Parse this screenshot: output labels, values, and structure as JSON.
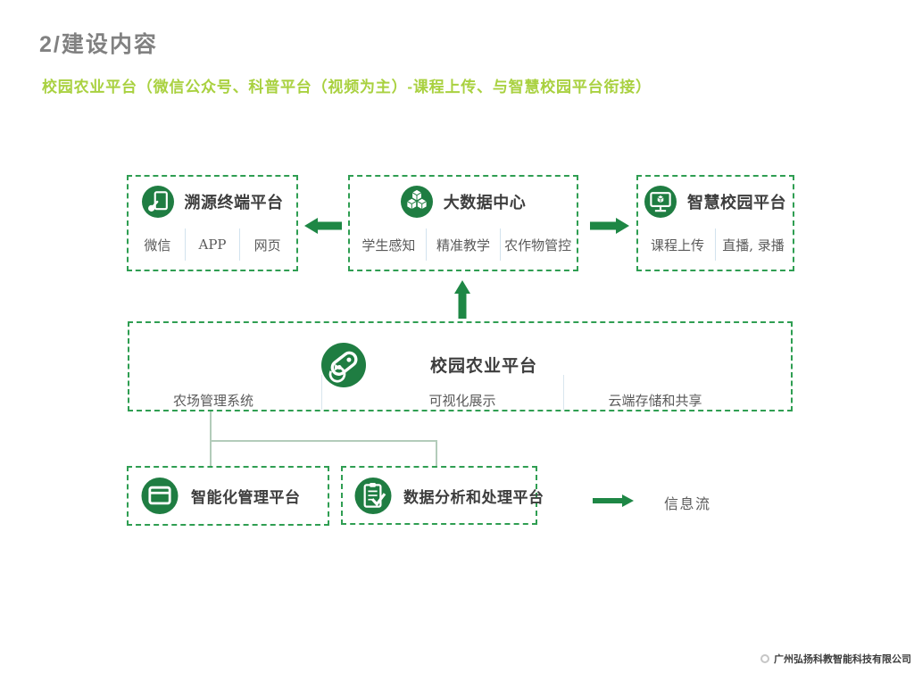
{
  "header": {
    "title": "2/建设内容",
    "subtitle": "校园农业平台（微信公众号、科普平台（视频为主）-课程上传、与智慧校园平台衔接）"
  },
  "boxes": {
    "trace": {
      "title": "溯源终端平台",
      "items": [
        "微信",
        "APP",
        "网页"
      ]
    },
    "bigdata": {
      "title": "大数据中心",
      "items": [
        "学生感知",
        "精准教学",
        "农作物管控"
      ]
    },
    "smart": {
      "title": "智慧校园平台",
      "items": [
        "课程上传",
        "直播, 录播"
      ]
    },
    "agri": {
      "title": "校园农业平台",
      "items": [
        "农场管理系统",
        "可视化展示",
        "云端存储和共享"
      ]
    },
    "intel": {
      "title": "智能化管理平台"
    },
    "analysis": {
      "title": "数据分析和处理平台"
    }
  },
  "legend": {
    "label": "信息流"
  },
  "footer": {
    "company": "广州弘扬科教智能科技有限公司"
  },
  "colors": {
    "dashed_border_green": "#2f9e52",
    "icon_circle_green": "#1f7d42",
    "arrow_green": "#1e8745",
    "subtitle_green": "#a9d140",
    "title_gray": "#818181",
    "divider_blue": "#d2e3ee",
    "connector_green": "#b3ccba"
  }
}
